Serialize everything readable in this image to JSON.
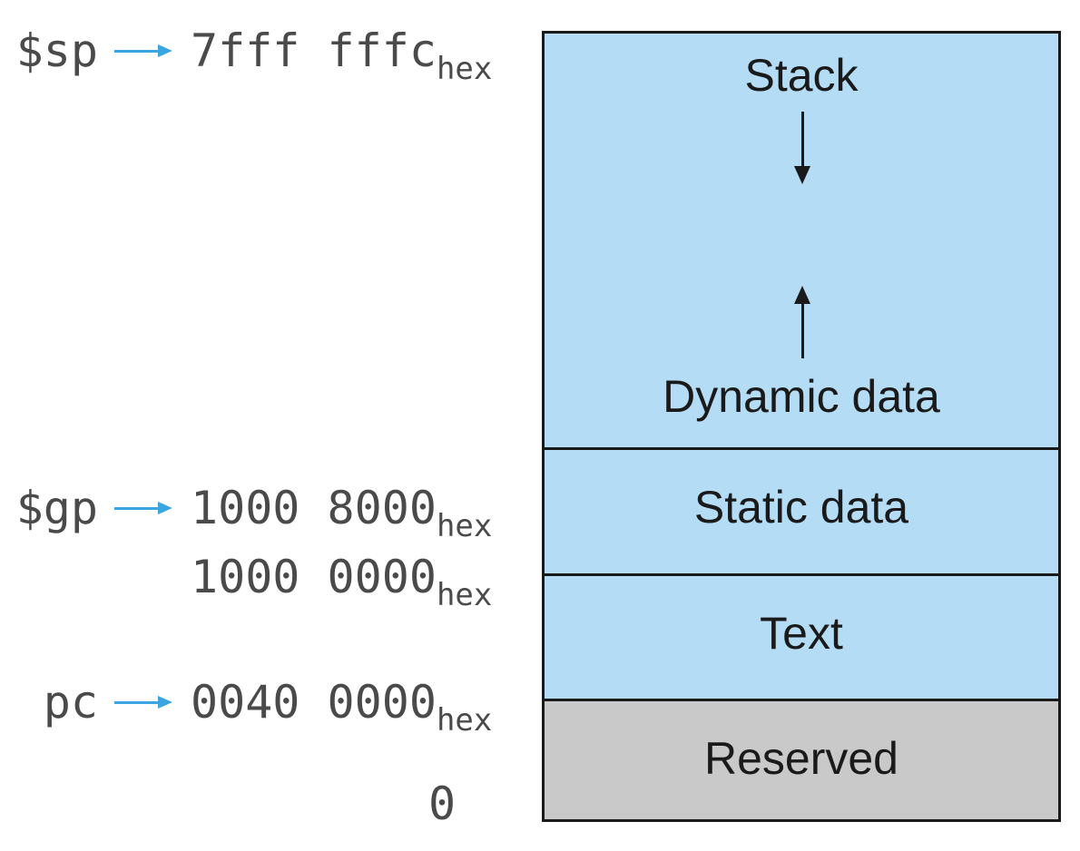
{
  "registers": {
    "sp": {
      "name": "$sp",
      "address": "7fff fffc",
      "suffix": "hex"
    },
    "gp": {
      "name": "$gp",
      "address": "1000 8000",
      "suffix": "hex"
    },
    "pc": {
      "name": "pc",
      "address": "0040 0000",
      "suffix": "hex"
    }
  },
  "addresses": {
    "static_start": {
      "address": "1000 0000",
      "suffix": "hex"
    },
    "bottom": "0"
  },
  "segments": {
    "stack": "Stack",
    "dynamic": "Dynamic data",
    "static": "Static data",
    "text": "Text",
    "reserved": "Reserved"
  },
  "colors": {
    "segment_fill": "#b5dcf5",
    "reserved_fill": "#c9c9ca",
    "pointer_arrow": "#3aa5e0",
    "outline": "#1a1a1a"
  }
}
